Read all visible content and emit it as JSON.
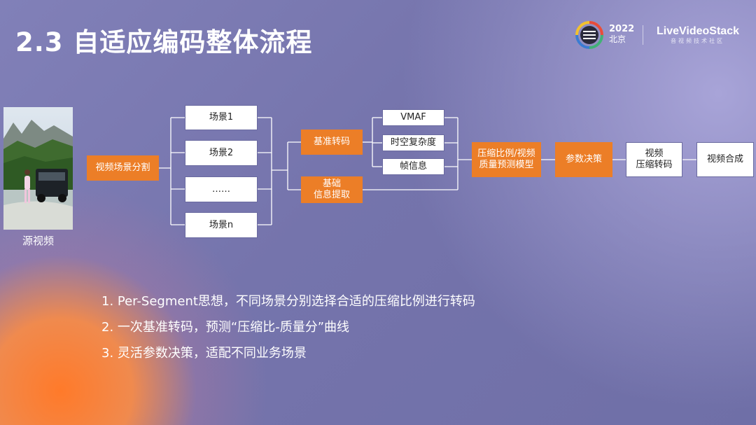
{
  "slide": {
    "title": "2.3 自适应编码整体流程",
    "conference_year": "2022",
    "conference_city": "北京",
    "brand_name": "LiveVideoStack",
    "brand_subtitle": "音视频技术社区"
  },
  "diagram": {
    "source_label": "源视频",
    "segmentation": "视频场景分割",
    "scenes": [
      "场景1",
      "场景2",
      "……",
      "场景n"
    ],
    "base_transcode": "基准转码",
    "base_info": "基础\n信息提取",
    "features": [
      "VMAF",
      "时空复杂度",
      "帧信息"
    ],
    "model": "压缩比例/视频\n质量预测模型",
    "decision": "参数决策",
    "compress": "视频\n压缩转码",
    "merge": "视频合成"
  },
  "bullets": [
    "1.  Per-Segment思想，不同场景分别选择合适的压缩比例进行转码",
    "2.  一次基准转码，预测“压缩比-质量分”曲线",
    "3.  灵活参数决策，适配不同业务场景"
  ],
  "colors": {
    "accent_orange": "#ec7e27",
    "background": "#7776ae"
  }
}
